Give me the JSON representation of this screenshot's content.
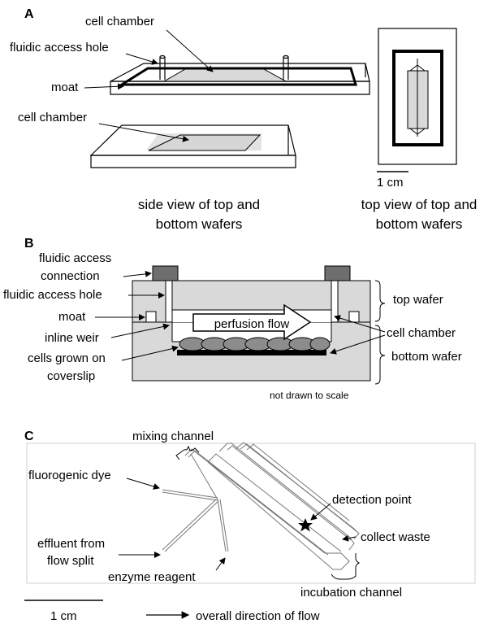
{
  "panel_a": {
    "letter": "A",
    "labels": {
      "cell_chamber_top": "cell chamber",
      "fluidic_access_hole": "fluidic access hole",
      "moat": "moat",
      "cell_chamber_bottom": "cell chamber",
      "scale": "1 cm"
    },
    "captions": {
      "side_line1": "side view of top and",
      "side_line2": "bottom wafers",
      "top_line1": "top view of top and",
      "top_line2": "bottom wafers"
    }
  },
  "panel_b": {
    "letter": "B",
    "labels": {
      "connection_line1": "fluidic access",
      "connection_line2": "connection",
      "access_hole": "fluidic access hole",
      "moat": "moat",
      "inline_weir": "inline weir",
      "cells_line1": "cells grown on",
      "cells_line2": "coverslip",
      "perfusion_flow": "perfusion flow",
      "top_wafer": "top wafer",
      "cell_chamber": "cell chamber",
      "bottom_wafer": "bottom wafer",
      "not_to_scale": "not drawn to scale"
    }
  },
  "panel_c": {
    "letter": "C",
    "labels": {
      "mixing_channel": "mixing channel",
      "fluorogenic_dye": "fluorogenic dye",
      "detection_point": "detection point",
      "collect_waste": "collect waste",
      "effluent_line1": "effluent from",
      "effluent_line2": "flow split",
      "enzyme_reagent": "enzyme reagent",
      "incubation_channel": "incubation channel",
      "scale": "1 cm",
      "flow_direction": "overall direction of flow"
    }
  }
}
